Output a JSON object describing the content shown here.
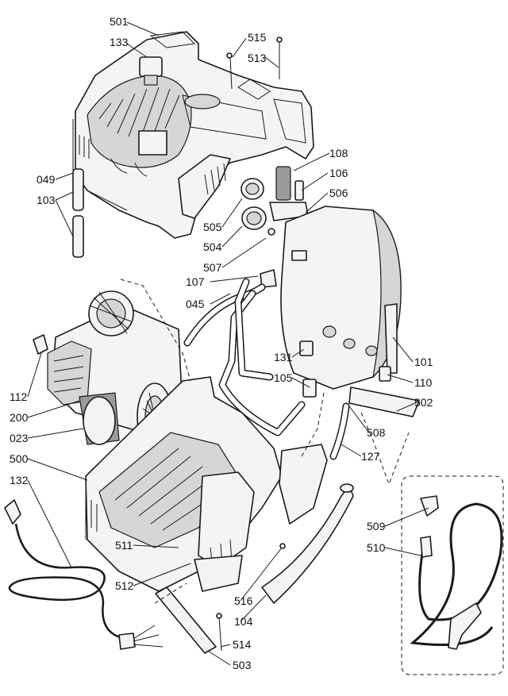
{
  "labels": [
    {
      "id": "501",
      "text": "501"
    },
    {
      "id": "133",
      "text": "133"
    },
    {
      "id": "515",
      "text": "515"
    },
    {
      "id": "513",
      "text": "513"
    },
    {
      "id": "108",
      "text": "108"
    },
    {
      "id": "106",
      "text": "106"
    },
    {
      "id": "506",
      "text": "506"
    },
    {
      "id": "049",
      "text": "049"
    },
    {
      "id": "103",
      "text": "103"
    },
    {
      "id": "505",
      "text": "505"
    },
    {
      "id": "504",
      "text": "504"
    },
    {
      "id": "507",
      "text": "507"
    },
    {
      "id": "107",
      "text": "107"
    },
    {
      "id": "045",
      "text": "045"
    },
    {
      "id": "101",
      "text": "101"
    },
    {
      "id": "131",
      "text": "131"
    },
    {
      "id": "110",
      "text": "110"
    },
    {
      "id": "105",
      "text": "105"
    },
    {
      "id": "502",
      "text": "502"
    },
    {
      "id": "112",
      "text": "112"
    },
    {
      "id": "200",
      "text": "200"
    },
    {
      "id": "508",
      "text": "508"
    },
    {
      "id": "023",
      "text": "023"
    },
    {
      "id": "127",
      "text": "127"
    },
    {
      "id": "500",
      "text": "500"
    },
    {
      "id": "132",
      "text": "132"
    },
    {
      "id": "509",
      "text": "509"
    },
    {
      "id": "510",
      "text": "510"
    },
    {
      "id": "511",
      "text": "511"
    },
    {
      "id": "512",
      "text": "512"
    },
    {
      "id": "516",
      "text": "516"
    },
    {
      "id": "104",
      "text": "104"
    },
    {
      "id": "514",
      "text": "514"
    },
    {
      "id": "503",
      "text": "503"
    }
  ]
}
